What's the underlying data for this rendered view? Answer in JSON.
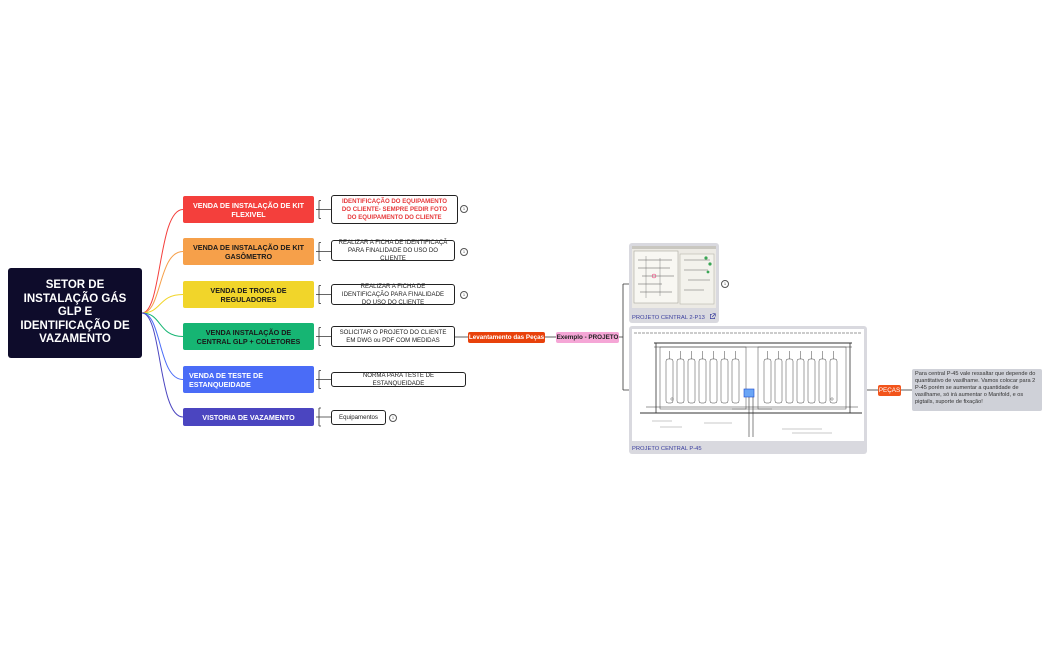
{
  "root": {
    "label": "SETOR DE INSTALAÇÃO GÁS GLP E IDENTIFICAÇÃO DE VAZAMENTO"
  },
  "branches": [
    {
      "label": "VENDA DE INSTALAÇÃO DE KIT FLEXIVEL",
      "color": "#f43f3c",
      "text_color": "#ffffff"
    },
    {
      "label": "VENDA DE INSTALAÇÃO DE KIT GASÔMETRO",
      "color": "#f6a04a",
      "text_color": "#1a1a1a"
    },
    {
      "label": "VENDA DE TROCA DE REGULADORES",
      "color": "#f1d52a",
      "text_color": "#1a1a1a"
    },
    {
      "label": "VENDA INSTALAÇÃO DE CENTRAL GLP + COLETORES",
      "color": "#16b573",
      "text_color": "#1a1a1a"
    },
    {
      "label": "VENDA DE TESTE DE ESTANQUEIDADE",
      "color": "#4a6cf7",
      "text_color": "#ffffff"
    },
    {
      "label": "VISTORIA DE VAZAMENTO",
      "color": "#4b45c0",
      "text_color": "#ffffff"
    }
  ],
  "leaves": [
    {
      "label": "IDENTIFICAÇÃO DO EQUIPAMENTO DO CLIENTE- SEMPRE PEDIR FOTO DO EQUIPAMENTO DO CLIENTE",
      "badge": "1"
    },
    {
      "label": "REALIZAR A FICHA DE IDENTIFICAÇÃ PARA FINALIDADE DO USO DO CLIENTE",
      "badge": "1"
    },
    {
      "label": "REALIZAR A FICHA DE IDENTIFICAÇÃO PARA FINALIDADE DO USO DO CLIENTE",
      "badge": "1"
    },
    {
      "label": "SOLICITAR O PROJETO DO CLIENTE EM DWG ou PDF COM MEDIDAS",
      "badge": ""
    },
    {
      "label": "NORMA PARA TESTE DE ESTANQUEIDADE",
      "badge": ""
    },
    {
      "label": "Equipamentos",
      "badge": "1"
    }
  ],
  "tags": {
    "levantamento": "Levantamento das Peças",
    "exemplo": "Exemplo - PROJETO",
    "pecas": "PEÇAS"
  },
  "images": [
    {
      "caption": "PROJETO CENTRAL 2-P13",
      "icon": "external-link-icon",
      "badge": "1"
    },
    {
      "caption": "PROJETO CENTRAL P-45"
    }
  ],
  "note": "Para central P-45 vale ressaltar que depende do quantitativo de vasilhame. Vamos colocar para 2 P-45 porém se aumentar a quantidade de vasilhame, só irá aumentar o Manifold, e os pigtails, suporte de fixação!",
  "colors": {
    "root": "#0e0c2b",
    "levantamento": "#e8410b",
    "exemplo": "#f5a6d6",
    "pecas": "#f2541b"
  }
}
